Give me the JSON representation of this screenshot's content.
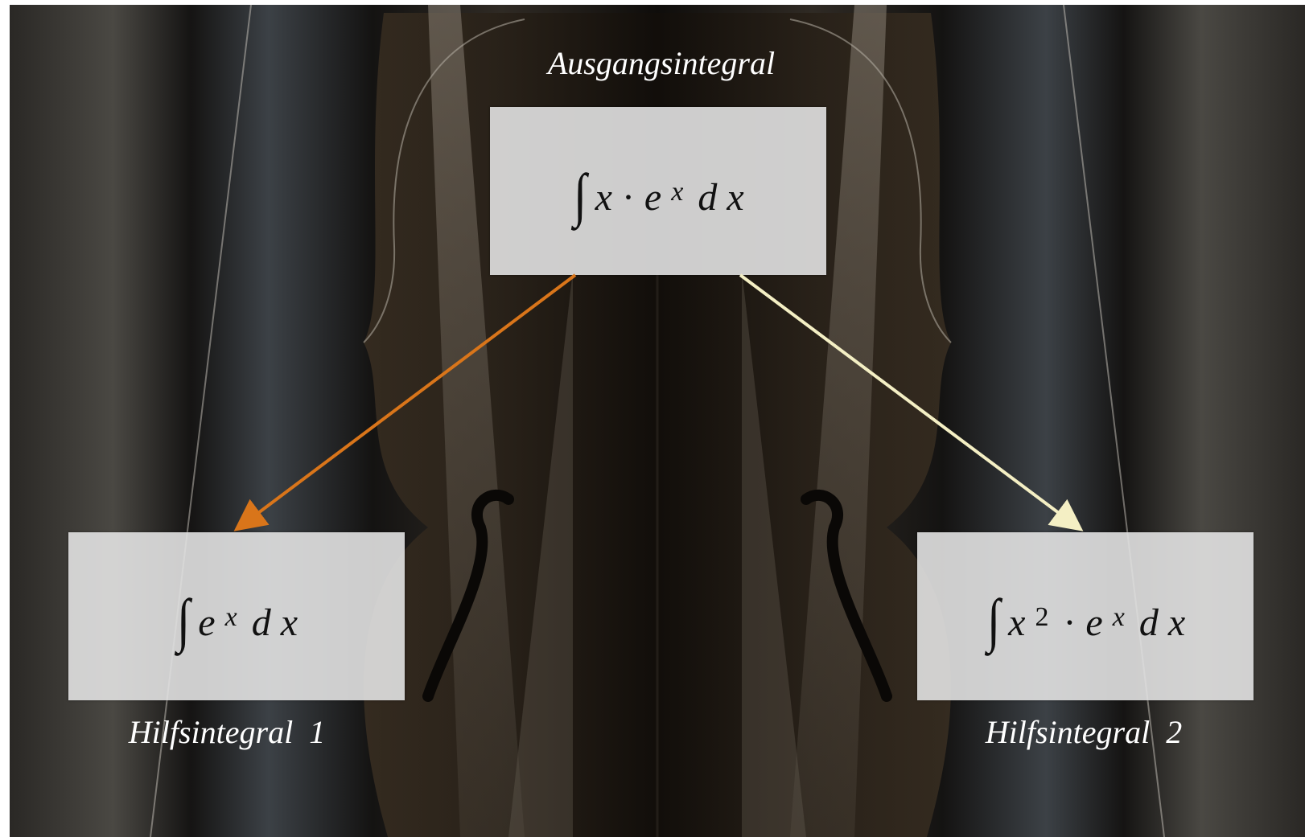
{
  "labels": {
    "source": "Ausgangsintegral",
    "aux1": "Hilfsintegral  1",
    "aux2": "Hilfsintegral  2"
  },
  "formulas": {
    "source": {
      "integral": "∫",
      "a": "x",
      "dot": "·",
      "b": "e",
      "b_exp": "x",
      "d": "d",
      "var": "x"
    },
    "aux1": {
      "integral": "∫",
      "b": "e",
      "b_exp": "x",
      "d": "d",
      "var": "x"
    },
    "aux2": {
      "integral": "∫",
      "a": "x",
      "a_exp": "2",
      "dot": "·",
      "b": "e",
      "b_exp": "x",
      "d": "d",
      "var": "x"
    }
  },
  "colors": {
    "arrow_left": "#d9751a",
    "arrow_right": "#f4efc4",
    "box_fill": "#e2e2e2",
    "caption_text": "#ffffff"
  },
  "icons": {
    "background": "violin-body-image",
    "arrow_left": "arrow-down-left",
    "arrow_right": "arrow-down-right"
  }
}
